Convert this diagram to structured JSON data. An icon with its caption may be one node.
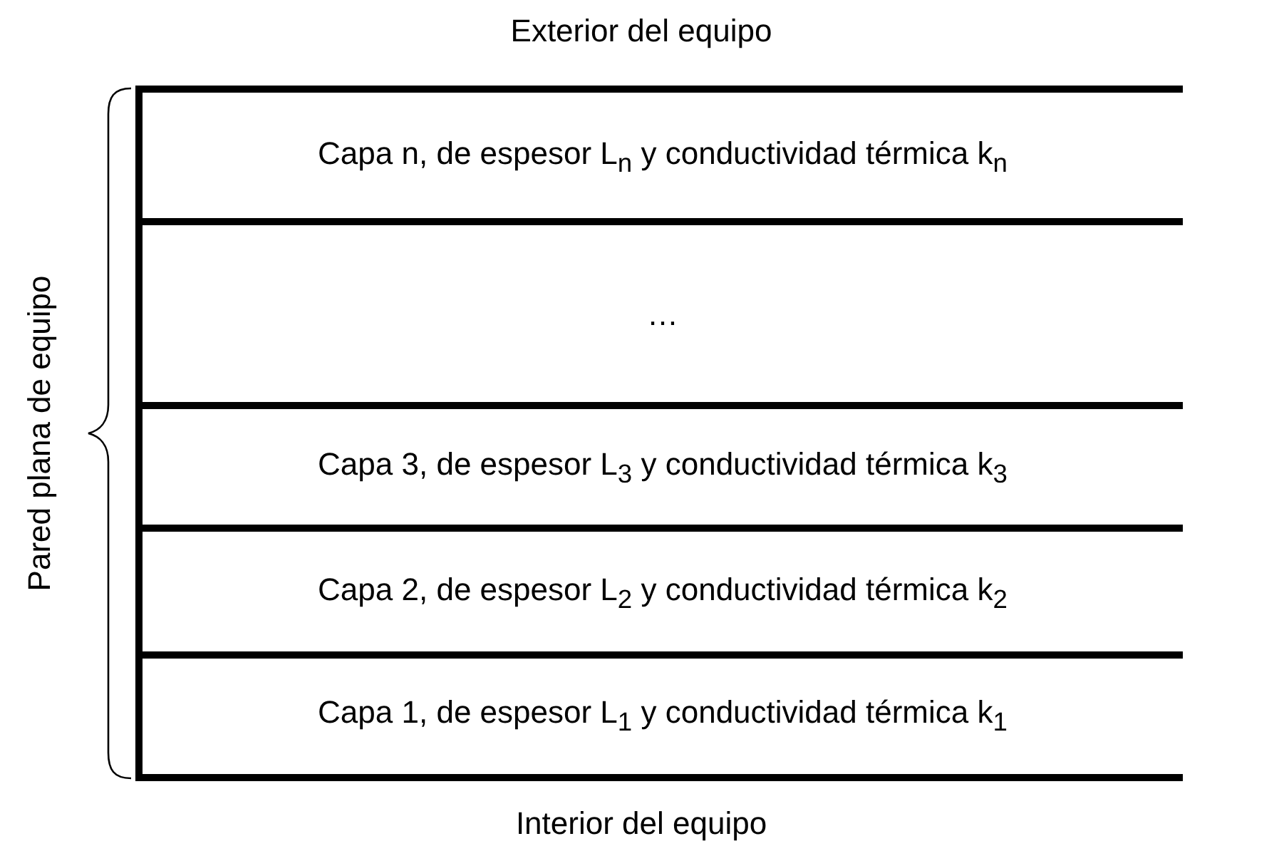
{
  "diagram": {
    "nodes": [
      {
        "text": [
          "Capa n, de espesor L$_{n}$ y conductividad térmica k$_{n}$"
        ]
      },
      {
        "text": [
          "…"
        ]
      },
      {
        "text": [
          "Capa 3, de espesor L$_{3}$ y conductividad térmica k$_{3}$"
        ]
      },
      {
        "text": [
          "Capa 2, de espesor L$_{2}$ y conductividad térmica k$_{2}$"
        ]
      },
      {
        "text": [
          "Capa 1, de espesor L$_{1}$ y conductividad térmica k$_{1}$"
        ]
      }
    ],
    "labels": [
      "Exterior del equipo",
      "Pared plana de equipo",
      "Interior del equipo"
    ]
  }
}
